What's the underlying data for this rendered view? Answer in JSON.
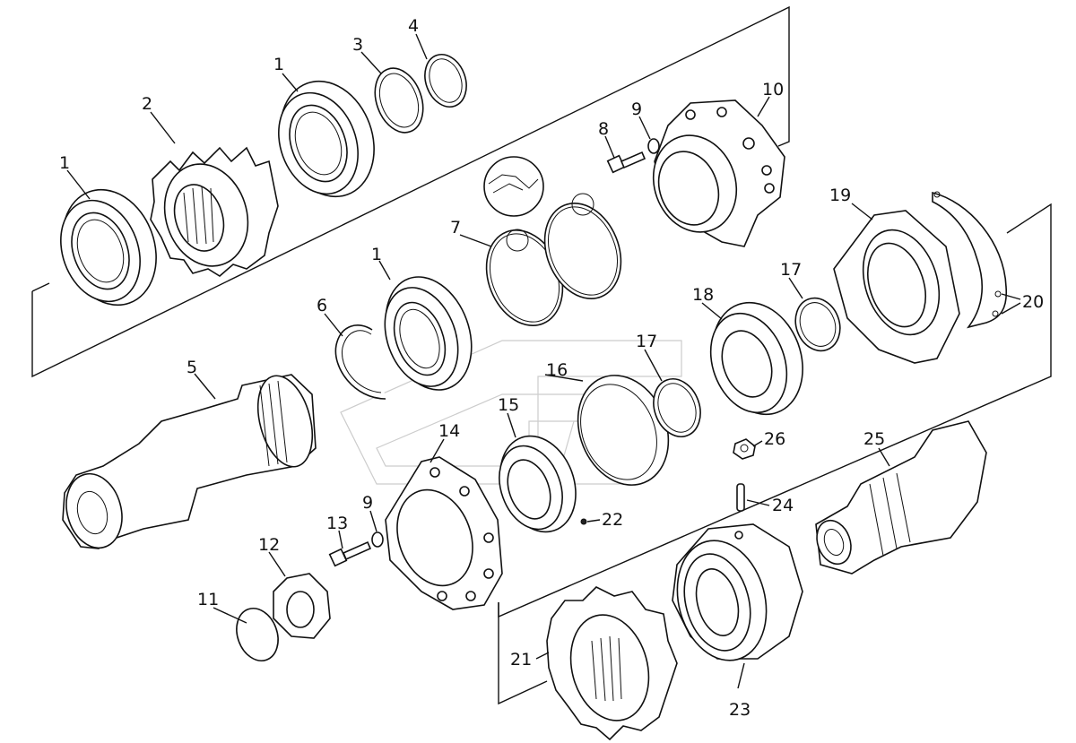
{
  "diagram": {
    "callouts": [
      {
        "id": "c1a",
        "text": "1"
      },
      {
        "id": "c1b",
        "text": "1"
      },
      {
        "id": "c1c",
        "text": "1"
      },
      {
        "id": "c2",
        "text": "2"
      },
      {
        "id": "c3",
        "text": "3"
      },
      {
        "id": "c4",
        "text": "4"
      },
      {
        "id": "c5",
        "text": "5"
      },
      {
        "id": "c6",
        "text": "6"
      },
      {
        "id": "c7",
        "text": "7"
      },
      {
        "id": "c8",
        "text": "8"
      },
      {
        "id": "c9a",
        "text": "9"
      },
      {
        "id": "c9b",
        "text": "9"
      },
      {
        "id": "c10",
        "text": "10"
      },
      {
        "id": "c11",
        "text": "11"
      },
      {
        "id": "c12",
        "text": "12"
      },
      {
        "id": "c13",
        "text": "13"
      },
      {
        "id": "c14",
        "text": "14"
      },
      {
        "id": "c15",
        "text": "15"
      },
      {
        "id": "c16",
        "text": "16"
      },
      {
        "id": "c17a",
        "text": "17"
      },
      {
        "id": "c17b",
        "text": "17"
      },
      {
        "id": "c18",
        "text": "18"
      },
      {
        "id": "c19",
        "text": "19"
      },
      {
        "id": "c20",
        "text": "20"
      },
      {
        "id": "c21",
        "text": "21"
      },
      {
        "id": "c22",
        "text": "22"
      },
      {
        "id": "c23",
        "text": "23"
      },
      {
        "id": "c24",
        "text": "24"
      },
      {
        "id": "c25",
        "text": "25"
      },
      {
        "id": "c26",
        "text": "26"
      }
    ]
  }
}
